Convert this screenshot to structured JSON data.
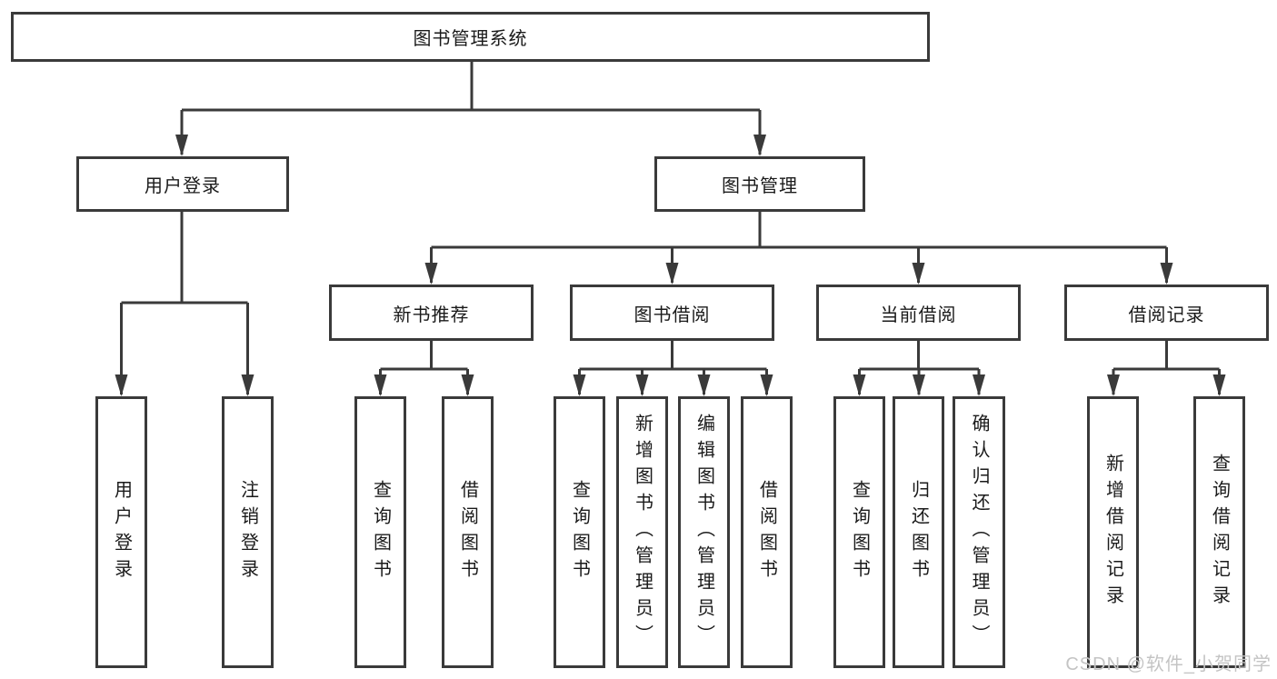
{
  "diagram": {
    "title": "图书管理系统",
    "level2": {
      "user_login": "用户登录",
      "book_management": "图书管理"
    },
    "level3": {
      "new_books": "新书推荐",
      "book_borrow": "图书借阅",
      "current_borrow": "当前借阅",
      "borrow_records": "借阅记录"
    },
    "leaves": {
      "user_login": [
        "用户登录",
        "注销登录"
      ],
      "new_books": [
        "查询图书",
        "借阅图书"
      ],
      "book_borrow": [
        "查询图书",
        "新增图书（管理员）",
        "编辑图书（管理员）",
        "借阅图书"
      ],
      "current_borrow": [
        "查询图书",
        "归还图书",
        "确认归还（管理员）"
      ],
      "borrow_records": [
        "新增借阅记录",
        "查询借阅记录"
      ]
    }
  },
  "watermark": {
    "text": "CSDN @软件_小贺同学"
  },
  "colors": {
    "line": "#3a3a3a",
    "box_border": "#3a3a3a",
    "text": "#1a1a1a",
    "watermark": "#c4c4c4",
    "background": "#ffffff"
  }
}
